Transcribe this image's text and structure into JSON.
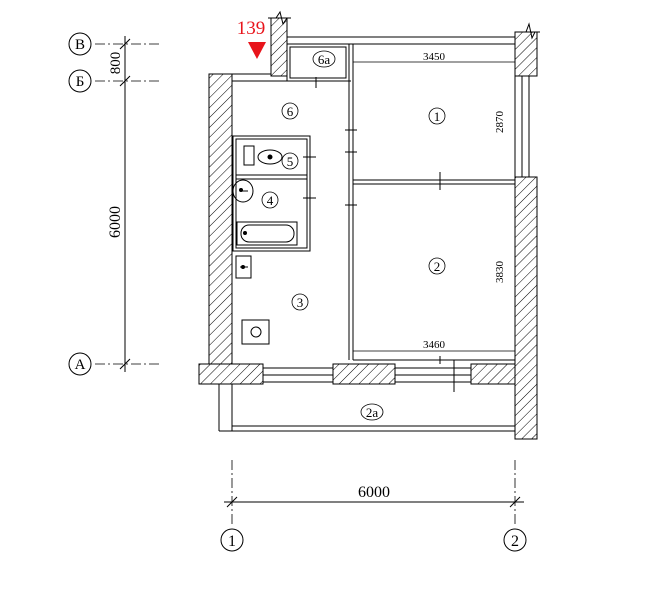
{
  "marker": {
    "label": "139",
    "color": "#e8141b"
  },
  "axes": {
    "rows": [
      "В",
      "Б",
      "А"
    ],
    "cols": [
      "1",
      "2"
    ]
  },
  "dimensions": {
    "left_top": "800",
    "left_main": "6000",
    "bottom": "6000",
    "room1_width": "3450",
    "room1_depth": "2870",
    "room2_depth": "3830",
    "room2_width": "3460"
  },
  "rooms": {
    "r1": "1",
    "r2": "2",
    "r2a": "2а",
    "r3": "3",
    "r4": "4",
    "r5": "5",
    "r6": "6",
    "r6a": "6а"
  }
}
